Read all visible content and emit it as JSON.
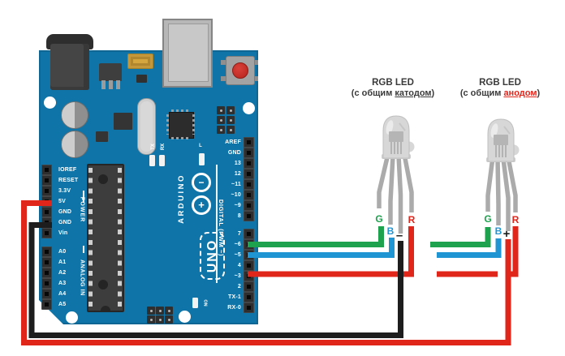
{
  "board": {
    "brand": "ARDUINO",
    "model": "UNO",
    "logo_minus": "−",
    "logo_plus": "+",
    "silk": {
      "power": "POWER",
      "analog": "ANALOG IN",
      "digital": "DIGITAL (PWM ~)",
      "on": "ON",
      "l": "L",
      "tx": "TX",
      "rx": "RX"
    },
    "power_pins": [
      "IOREF",
      "RESET",
      "3.3V",
      "5V",
      "GND",
      "GND",
      "Vin"
    ],
    "analog_pins": [
      "A0",
      "A1",
      "A2",
      "A3",
      "A4",
      "A5"
    ],
    "digital_pins_upper": [
      "AREF",
      "GND",
      "13",
      "12",
      "~11",
      "~10",
      "~9",
      "8"
    ],
    "digital_pins_lower": [
      "7",
      "~6",
      "~5",
      "4",
      "~3",
      "2",
      "TX-1",
      "RX-0"
    ]
  },
  "leds": {
    "common_cathode": {
      "title": "RGB LED",
      "subtitle_prefix": "(с общим ",
      "subtitle_word": "катодом",
      "subtitle_suffix": ")",
      "green": "G",
      "blue": "B",
      "red": "R",
      "polarity": "–"
    },
    "common_anode": {
      "title": "RGB LED",
      "subtitle_prefix": "(с общим ",
      "subtitle_word": "анодом",
      "subtitle_suffix": ")",
      "green": "G",
      "blue": "B",
      "red": "R",
      "polarity": "+"
    }
  },
  "wiring": {
    "green_wire_pin": "~6",
    "blue_wire_pin": "~5",
    "red_wire_pin": "~3",
    "cathode_wire_pin": "GND",
    "anode_wire_pin": "5V"
  },
  "colors": {
    "board_blue": "#0f75a8",
    "wire_green": "#1fa24e",
    "wire_blue": "#1f95d4",
    "wire_red": "#e0251b",
    "wire_black": "#1d1d1d",
    "label_dark": "#3a3a3a",
    "anode_highlight": "#e0251b",
    "led_leg_gray": "#ababab"
  }
}
